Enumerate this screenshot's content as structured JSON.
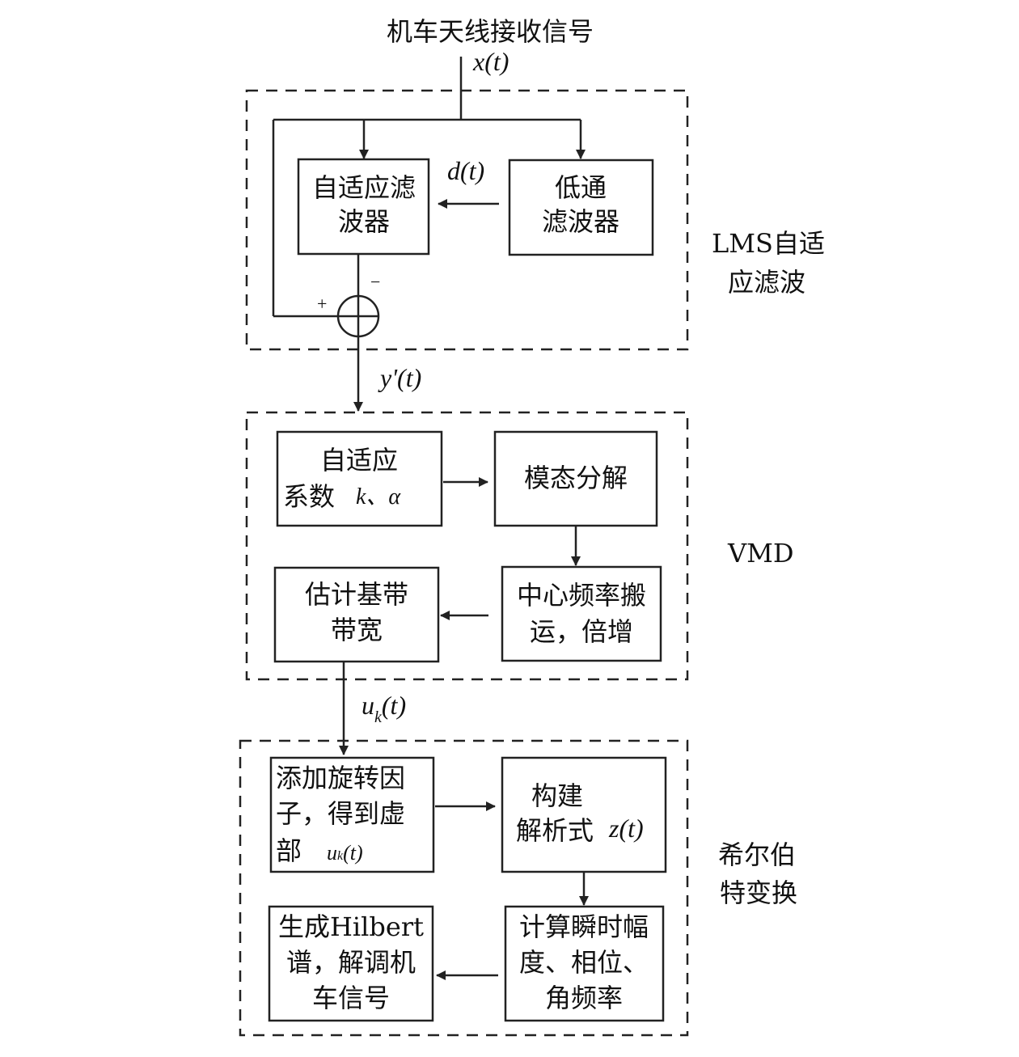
{
  "input": {
    "title": "机车天线接收信号",
    "signal": "x(t)"
  },
  "lms": {
    "label_line1": "LMS自适",
    "label_line2": "应滤波",
    "adaptive_filter": [
      "自适应滤",
      "波器"
    ],
    "lowpass_filter": [
      "低通",
      "滤波器"
    ],
    "desired_signal": "d(t)",
    "plus": "+",
    "minus": "−",
    "output_signal": "y'(t)"
  },
  "vmd": {
    "label": "VMD",
    "coef": {
      "line1": "自适应",
      "line2": "系数",
      "params": "k、α"
    },
    "decomp": "模态分解",
    "shift": [
      "中心频率搬",
      "运，倍增"
    ],
    "bandwidth": [
      "估计基带",
      "带宽"
    ],
    "output_signal": {
      "main": "u",
      "sub": "k",
      "arg": "(t)"
    }
  },
  "hilbert": {
    "label_line1": "希尔伯",
    "label_line2": "特变换",
    "rotate": {
      "line1": "添加旋转因",
      "line2": "子，得到虚",
      "line3": "部",
      "sym_main": "u",
      "sym_sub": "k",
      "sym_arg": "(t)"
    },
    "analytic": {
      "line1": "构建",
      "line2": "解析式",
      "sym": "z(t)"
    },
    "compute": [
      "计算瞬时幅",
      "度、相位、",
      "角频率"
    ],
    "spectrum": [
      "生成Hilbert",
      "谱，解调机",
      "车信号"
    ]
  }
}
